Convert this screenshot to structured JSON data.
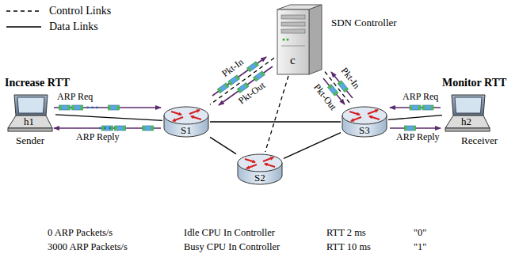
{
  "diagram": {
    "nodes": [
      {
        "text": [
          "c",
          "SDN Controller"
        ]
      },
      {
        "text": [
          "h1",
          "Sender"
        ]
      },
      {
        "text": [
          "S1"
        ]
      },
      {
        "text": [
          "S2"
        ]
      },
      {
        "text": [
          "S3"
        ]
      },
      {
        "text": [
          "h2",
          "Receiver"
        ]
      }
    ],
    "edges": [
      {
        "from": 0,
        "to": 2,
        "arrow": "none"
      },
      {
        "from": 0,
        "to": 3,
        "arrow": "none"
      },
      {
        "from": 0,
        "to": 4,
        "arrow": "none"
      },
      {
        "from": 1,
        "to": 2,
        "arrow": "none"
      },
      {
        "from": 2,
        "to": 4,
        "arrow": "none"
      },
      {
        "from": 2,
        "to": 3,
        "arrow": "none"
      },
      {
        "from": 3,
        "to": 4,
        "arrow": "none"
      },
      {
        "from": 4,
        "to": 5,
        "arrow": "none"
      }
    ],
    "labels": [
      "Increase RTT",
      "Monitor RTT",
      "ARP Req",
      "ARP Reply",
      "ARP Req",
      "ARP Reply",
      "Pkt-In",
      "Pkt-Out",
      "Pkt-In",
      "Pkt-Out",
      "0 ARP Packets/s",
      "Idle CPU In Controller",
      "RTT 2 ms",
      "\"0\"",
      "3000 ARP Packets/s",
      "Busy CPU In Controller",
      "RTT 10 ms",
      "\"1\""
    ],
    "legend": [
      {
        "text": "Control Links"
      },
      {
        "text": "Data Links"
      }
    ]
  }
}
